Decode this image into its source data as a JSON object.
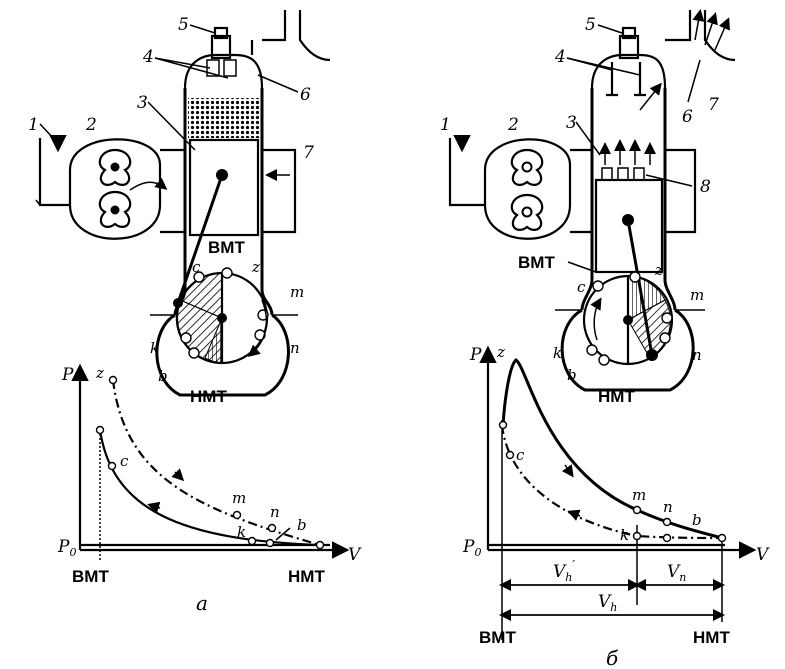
{
  "diagram_a": {
    "numbers": [
      "1",
      "2",
      "3",
      "4",
      "5",
      "6",
      "7"
    ],
    "dead_centers": {
      "top": "ВМТ",
      "bottom": "НМТ"
    },
    "crank_points": [
      "c",
      "z",
      "m",
      "n",
      "k",
      "b"
    ],
    "pv": {
      "p_axis": "P",
      "v_axis": "V",
      "p0": "P",
      "p0_sub": "0",
      "x_left": "ВМТ",
      "x_right": "НМТ",
      "points": [
        "z",
        "c",
        "m",
        "n",
        "k",
        "b"
      ]
    },
    "caption": "а"
  },
  "diagram_b": {
    "numbers": [
      "1",
      "2",
      "3",
      "4",
      "5",
      "6",
      "7",
      "8"
    ],
    "dead_centers": {
      "top": "ВМТ",
      "bottom": "НМТ"
    },
    "crank_points": [
      "c",
      "z",
      "m",
      "n",
      "k",
      "b"
    ],
    "pv": {
      "p_axis": "P",
      "v_axis": "V",
      "p0": "P",
      "p0_sub": "0",
      "x_left": "ВМТ",
      "x_right": "НМТ",
      "points": [
        "z",
        "c",
        "m",
        "n",
        "k",
        "b"
      ],
      "vh_prime": "V",
      "vh_prime_sub": "h",
      "vh_prime_mark": "′",
      "vp": "V",
      "vp_sub": "п",
      "vh": "V",
      "vh_sub": "h"
    },
    "caption": "б"
  },
  "colors": {
    "ink": "#000000",
    "paper": "#ffffff"
  }
}
